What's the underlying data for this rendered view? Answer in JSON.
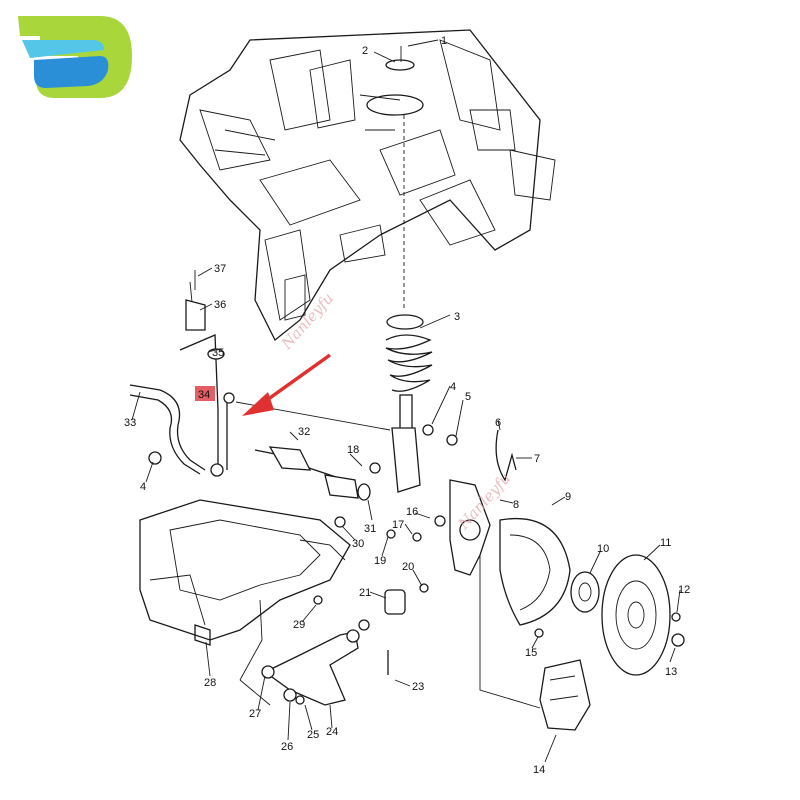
{
  "logo": {
    "name": "brand-logo",
    "colors": {
      "green": "#a9d63b",
      "blue": "#2a8fd6",
      "cyan": "#54c7e8"
    }
  },
  "watermark": "Nanleyfu",
  "highlight": {
    "part": "34",
    "color": "#e04c54",
    "arrow_color": "#e03030"
  },
  "callouts": {
    "c1": "1",
    "c2": "2",
    "c3": "3",
    "c4a": "4",
    "c4b": "4",
    "c5": "5",
    "c6": "6",
    "c7": "7",
    "c8": "8",
    "c9": "9",
    "c10": "10",
    "c11": "11",
    "c12": "12",
    "c13": "13",
    "c14": "14",
    "c15": "15",
    "c16": "16",
    "c17": "17",
    "c18": "18",
    "c19": "19",
    "c20": "20",
    "c21": "21",
    "c23": "23",
    "c24": "24",
    "c25": "25",
    "c26": "26",
    "c27": "27",
    "c28": "28",
    "c29": "29",
    "c30": "30",
    "c31": "31",
    "c32": "32",
    "c33": "33",
    "c34": "34",
    "c35": "35",
    "c36": "36",
    "c37": "37"
  }
}
